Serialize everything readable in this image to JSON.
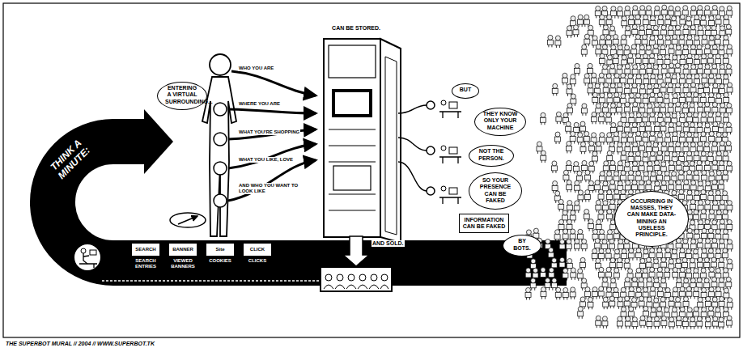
{
  "diagram": {
    "title": "THINK A MINUTE:",
    "caption": "THE SUPERBOT MURAL // 2004 // WWW.SUPERBOT.TK",
    "nodes": [
      {
        "text": [
          "ENTERING A VIRTUAL SURROUNDING..."
        ]
      },
      {
        "text": [
          "SEARCH",
          "SEARCH ENTRIES"
        ]
      },
      {
        "text": [
          "BANNER",
          "VIEWED BANNERS"
        ]
      },
      {
        "text": [
          "Site",
          "COOKIES"
        ]
      },
      {
        "text": [
          "CLICK",
          "CLICKS"
        ]
      },
      {
        "text": [
          "CAN BE STORED."
        ]
      },
      {
        "text": [
          "BUT"
        ]
      },
      {
        "text": [
          "THEY KNOW ONLY YOUR MACHINE"
        ]
      },
      {
        "text": [
          "NOT THE PERSON."
        ]
      },
      {
        "text": [
          "SO YOUR PRESENCE CAN BE FAKED"
        ]
      },
      {
        "text": [
          "INFORMATION CAN BE FAKED"
        ]
      },
      {
        "text": [
          "BY BOTS."
        ]
      },
      {
        "text": [
          "OCCURRING IN MASSES, THEY CAN MAKE DATA-MINING AN USELESS PRINCIPLE."
        ]
      }
    ],
    "labels": [
      "WHO YOU ARE",
      "WHERE YOU ARE",
      "WHAT YOU'RE SHOPPING",
      "WHAT YOU LIKE, LOVE",
      "AND WHO YOU WANT TO LOOK LIKE",
      "AND SOLD."
    ]
  }
}
